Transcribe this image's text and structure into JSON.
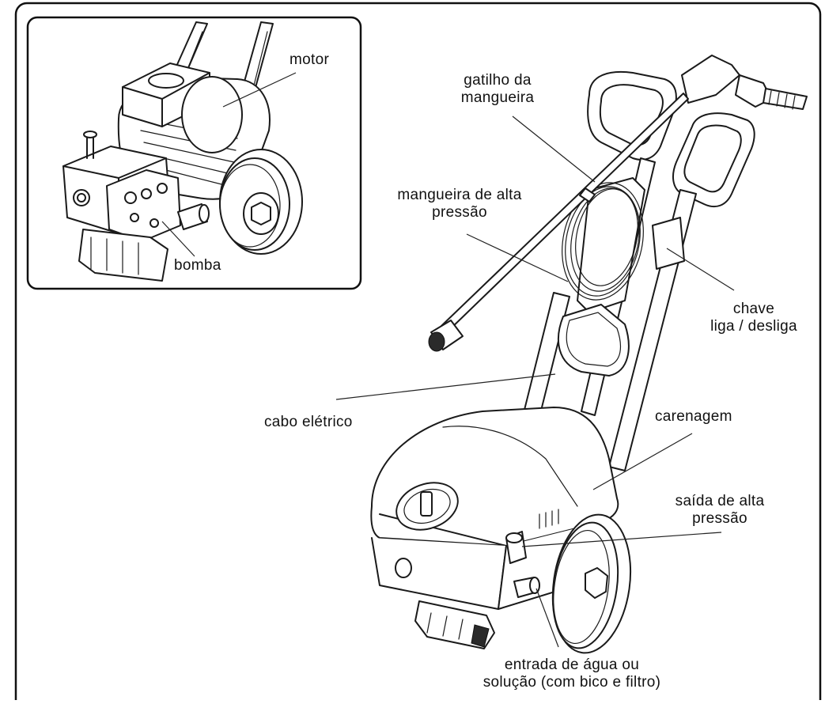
{
  "labels": {
    "motor": "motor",
    "bomba": "bomba",
    "gatilho_l1": "gatilho da",
    "gatilho_l2": "mangueira",
    "mangueira_l1": "mangueira de alta",
    "mangueira_l2": "pressão",
    "chave_l1": "chave",
    "chave_l2": "liga / desliga",
    "cabo": "cabo elétrico",
    "carenagem": "carenagem",
    "saida_l1": "saída de alta",
    "saida_l2": "pressão",
    "entrada_l1": "entrada de água ou",
    "entrada_l2": "solução (com bico e filtro)"
  },
  "colors": {
    "line": "#1a1a1a",
    "background": "#ffffff"
  }
}
